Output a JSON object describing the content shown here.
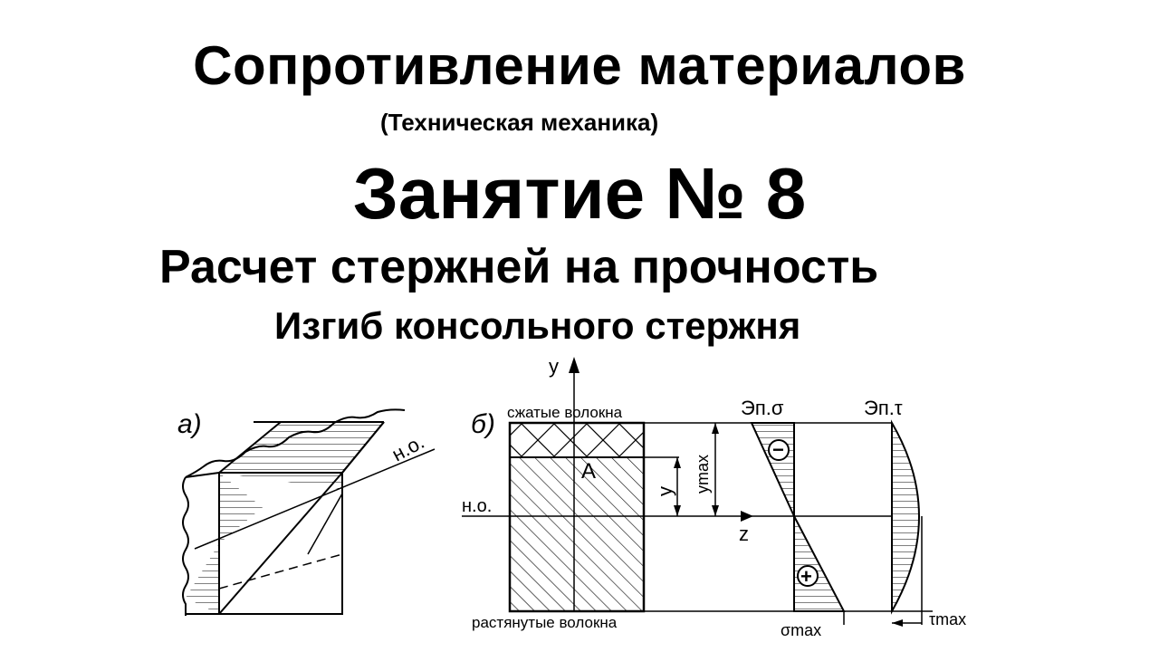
{
  "slide": {
    "title": "Сопротивление материалов",
    "subtitle": "(Техническая механика)",
    "lesson": "Занятие № 8",
    "topic": "Расчет стержней на прочность",
    "subtopic": "Изгиб консольного стержня"
  },
  "figure": {
    "panel_a_label": "а)",
    "panel_b_label": "б)",
    "neutral_axis_a": "н.о.",
    "neutral_axis_b": "н.о.",
    "compressed_fibers": "сжатые волокна",
    "tensile_fibers": "растянутые волокна",
    "point": "A",
    "axis_y": "y",
    "axis_z": "z",
    "dim_y": "y",
    "dim_ymax": "ymax",
    "diagram_sigma": "Эп.σ",
    "diagram_tau": "Эп.τ",
    "minus_sign": "−",
    "plus_sign": "+",
    "sigma_max": "σmax",
    "tau_max": "τmax"
  }
}
